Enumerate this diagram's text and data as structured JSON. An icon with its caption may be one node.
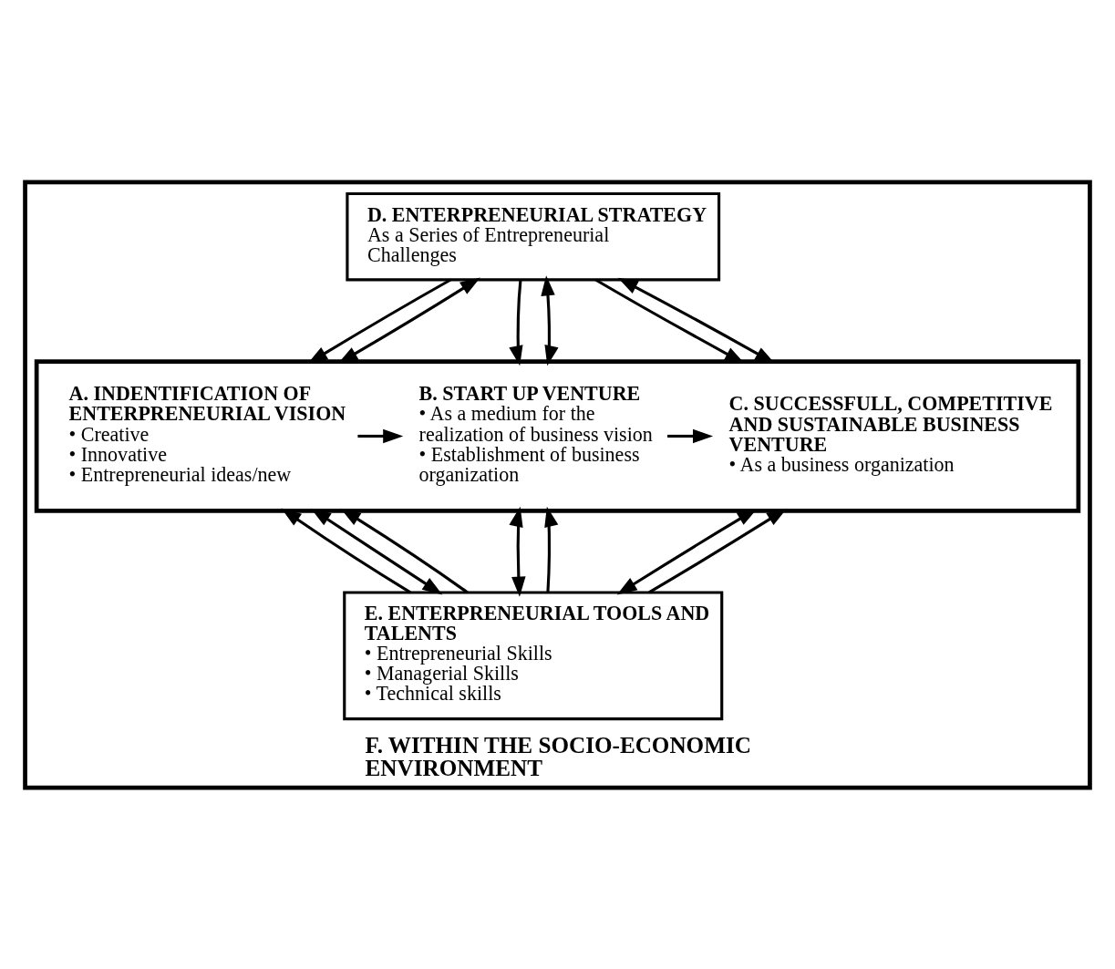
{
  "diagram": {
    "nodes": [
      {
        "text": [
          "F. WITHIN THE SOCIO-ECONOMIC ENVIRONMENT"
        ]
      },
      {
        "text": [
          "D. ENTERPRENEURIAL STRATEGY",
          "As a Series of Entrepreneurial Challenges"
        ],
        "in": 0
      },
      {
        "text": [],
        "shape": "box",
        "in": 0
      },
      {
        "text": [
          "A. INDENTIFICATION OF ENTERPRENEURIAL VISION",
          "• Creative",
          "• Innovative",
          "• Entrepreneurial ideas/new"
        ],
        "in": 2
      },
      {
        "text": [
          "B. START UP VENTURE",
          "• As a medium for the realization of business vision",
          "• Establishment of business organization"
        ],
        "in": 2
      },
      {
        "text": [
          "C. SUCCESSFULL, COMPETITIVE AND SUSTAINABLE BUSINESS VENTURE",
          "• As a business organization"
        ],
        "in": 2
      },
      {
        "text": [
          "E. ENTERPRENEURIAL TOOLS AND TALENTS",
          "• Entrepreneurial Skills",
          "• Managerial Skills",
          "• Technical skills"
        ],
        "in": 0
      }
    ],
    "edges": [
      {
        "from": 1,
        "to": 2,
        "arrow": "to"
      },
      {
        "from": 1,
        "to": 2,
        "arrow": "both"
      },
      {
        "from": 1,
        "to": 2,
        "arrow": "to"
      },
      {
        "from": 1,
        "to": 2,
        "arrow": "both"
      },
      {
        "from": 1,
        "to": 2,
        "arrow": "to"
      },
      {
        "from": 1,
        "to": 2,
        "arrow": "both"
      },
      {
        "from": 3,
        "to": 4,
        "arrow": "to"
      },
      {
        "from": 4,
        "to": 5,
        "arrow": "to"
      },
      {
        "from": 6,
        "to": 2,
        "arrow": "to"
      },
      {
        "from": 6,
        "to": 2,
        "arrow": "both"
      },
      {
        "from": 6,
        "to": 2,
        "arrow": "to"
      },
      {
        "from": 6,
        "to": 2,
        "arrow": "both"
      },
      {
        "from": 6,
        "to": 2,
        "arrow": "to"
      },
      {
        "from": 6,
        "to": 2,
        "arrow": "both"
      },
      {
        "from": 6,
        "to": 2,
        "arrow": "to"
      }
    ]
  }
}
